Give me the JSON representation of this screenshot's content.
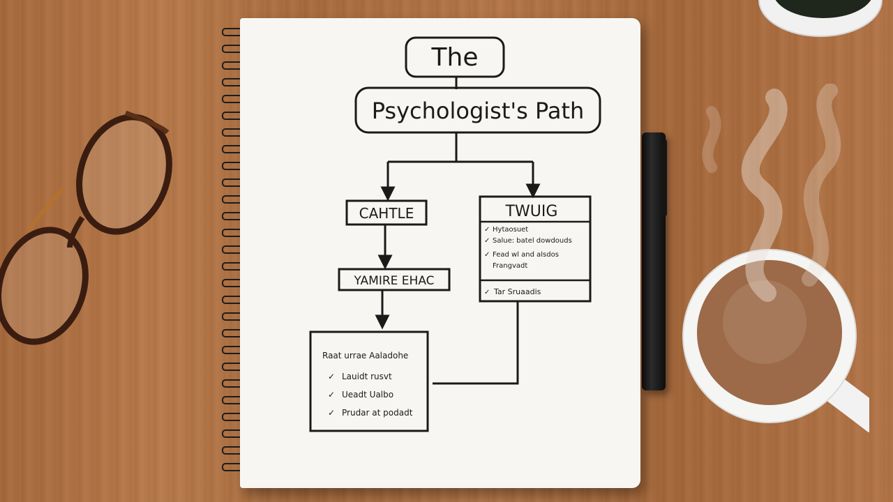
{
  "scene": {
    "description_items": [
      "spiral-notebook",
      "glasses",
      "pen",
      "coffee-cup",
      "plant-bowl"
    ],
    "colors": {
      "paper": "#f7f6f3",
      "ink": "#1a1a1a",
      "wood": "#b07245",
      "coffee": "#a06a45"
    }
  },
  "diagram": {
    "title_top": "The",
    "title_main": "Psychologist's Path",
    "left_box_1": "CAHTLE",
    "left_box_2": "YAMIRE EHAC",
    "bottom_box": {
      "header": "Raat urrae Aaladohe",
      "items": [
        "Lauidt rusvt",
        "Ueadt Ualbo",
        "Prudar at podadt"
      ]
    },
    "right_box": {
      "header": "TWUIG",
      "items": [
        "Hytaosuet",
        "Salue: batel dowdouds",
        "Fead wl and alsdos",
        "Frangvadt"
      ],
      "footer": "Tar Sruaadis"
    }
  }
}
